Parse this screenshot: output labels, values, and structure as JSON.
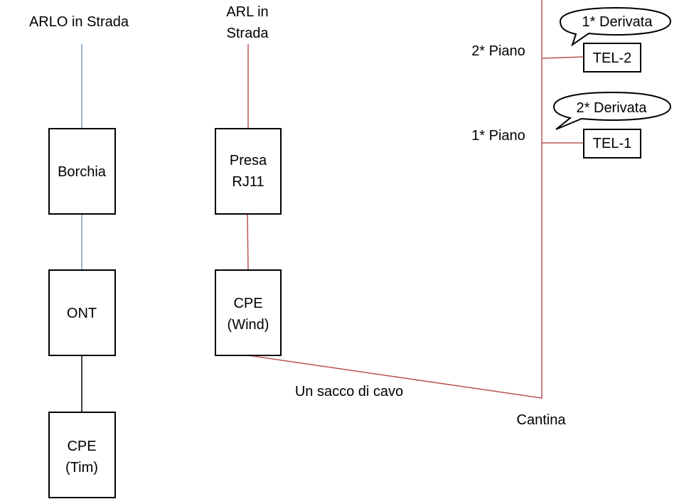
{
  "colors": {
    "fiber_line": "#7a9cc0",
    "copper_line": "#b85450",
    "black_line": "#000000"
  },
  "labels": {
    "arlo_in_strada": "ARLO in Strada",
    "arl_in_strada_line1": "ARL in",
    "arl_in_strada_line2": "Strada",
    "un_sacco_di_cavo": "Un sacco di cavo",
    "cantina": "Cantina",
    "piano_2": "2* Piano",
    "piano_1": "1* Piano"
  },
  "boxes": {
    "borchia": "Borchia",
    "ont": "ONT",
    "cpe_tim_line1": "CPE",
    "cpe_tim_line2": "(Tim)",
    "presa_line1": "Presa",
    "presa_line2": "RJ11",
    "cpe_wind_line1": "CPE",
    "cpe_wind_line2": "(Wind)",
    "tel2": "TEL-2",
    "tel1": "TEL-1"
  },
  "callouts": {
    "derivata_1": "1* Derivata",
    "derivata_2": "2* Derivata"
  }
}
